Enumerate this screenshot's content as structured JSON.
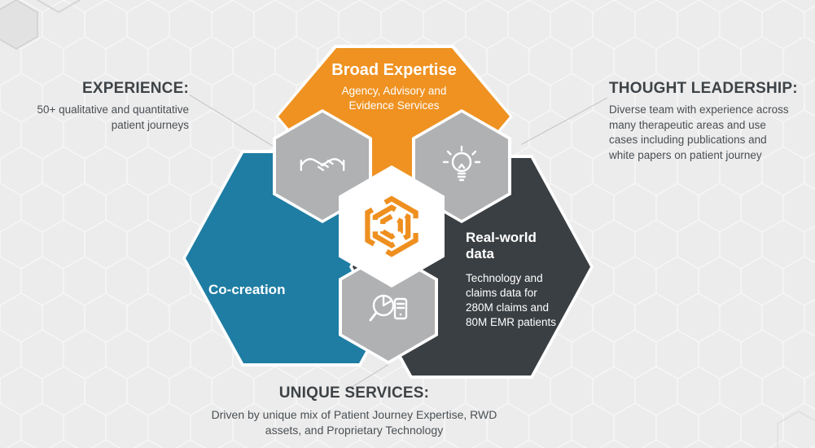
{
  "canvas": {
    "background_color": "#ECECEC"
  },
  "callouts": {
    "experience": {
      "title": "EXPERIENCE:",
      "body": "50+ qualitative and quantitative\npatient journeys"
    },
    "thought_leadership": {
      "title": "THOUGHT LEADERSHIP:",
      "body": "Diverse team with experience across\nmany therapeutic areas and use\ncases including publications and\nwhite papers on patient journey"
    },
    "unique_services": {
      "title": "UNIQUE SERVICES:",
      "body": "Driven by unique mix of Patient Journey Expertise, RWD\nassets, and Proprietary Technology"
    }
  },
  "hexagons": {
    "broad_expertise": {
      "title": "Broad Expertise",
      "subtitle": "Agency, Advisory and\nEvidence Services",
      "color": "#EF9221"
    },
    "co_creation": {
      "title": "Co-creation",
      "color": "#1F7DA3"
    },
    "real_world_data": {
      "title": "Real-world data",
      "body": "Technology and\nclaims data for\n280M claims and\n80M EMR patients",
      "color": "#3A3F43"
    },
    "handshake": {
      "icon": "handshake-icon",
      "color": "#AFB1B3"
    },
    "lightbulb": {
      "icon": "lightbulb-icon",
      "color": "#AFB1B3"
    },
    "analytics": {
      "icon": "data-analytics-icon",
      "color": "#AFB1B3"
    },
    "center": {
      "icon": "hex-knot-logo",
      "color": "#FFFFFF",
      "logo_color": "#EE8F1F"
    }
  }
}
